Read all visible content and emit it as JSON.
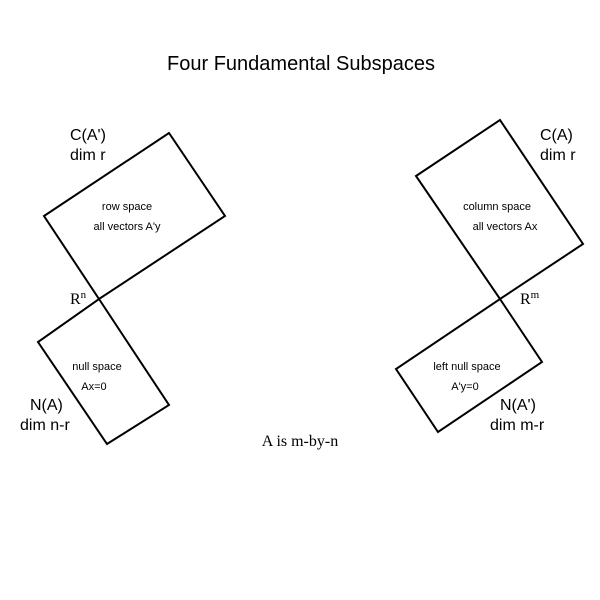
{
  "title": "Four Fundamental Subspaces",
  "subtitle_note": "A is m-by-n",
  "left": {
    "space_label": "R",
    "space_exp": "n",
    "row_space": {
      "corner_name": "C(A')",
      "corner_dim": "dim r",
      "line1": "row space",
      "line2": "all vectors A'y"
    },
    "null_space": {
      "corner_name": "N(A)",
      "corner_dim": "dim n-r",
      "line1": "null space",
      "line2": "Ax=0"
    }
  },
  "right": {
    "space_label": "R",
    "space_exp": "m",
    "column_space": {
      "corner_name": "C(A)",
      "corner_dim": "dim r",
      "line1": "column space",
      "line2": "all vectors Ax"
    },
    "left_null_space": {
      "corner_name": "N(A')",
      "corner_dim": "dim m-r",
      "line1": "left null space",
      "line2": "A'y=0"
    }
  }
}
